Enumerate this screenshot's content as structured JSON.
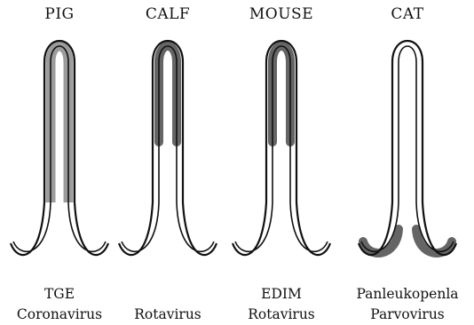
{
  "panels": [
    {
      "animal": "PIG",
      "agent_line1": "TGE",
      "agent_line2": "Coronavirus",
      "lesion_site": "full-length"
    },
    {
      "animal": "CALF",
      "agent_line1": "",
      "agent_line2": "Rotavirus",
      "lesion_site": "proximal"
    },
    {
      "animal": "MOUSE",
      "agent_line1": "EDIM",
      "agent_line2": "Rotavirus",
      "lesion_site": "proximal"
    },
    {
      "animal": "CAT",
      "agent_line1": "Panleukopenla",
      "agent_line2": "Parvovirus",
      "lesion_site": "crypts"
    }
  ],
  "colors": {
    "outline": "#111111",
    "lesion": "#4a4a4a",
    "background": "#ffffff"
  }
}
